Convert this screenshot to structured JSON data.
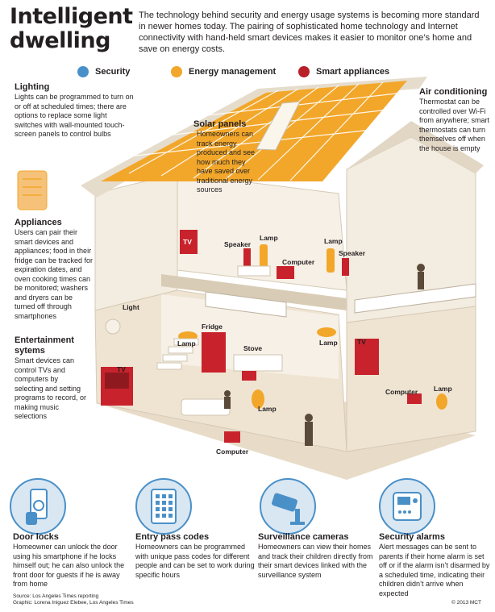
{
  "header": {
    "title_line1": "Intelligent",
    "title_line2": "dwelling",
    "intro": "The technology behind security and energy usage systems is becoming more standard in newer homes today. The pairing of sophisticated home technology and Internet connectivity with hand-held smart devices makes it easier to monitor one’s home and save on energy costs."
  },
  "legend": [
    {
      "label": "Security",
      "color": "#4a90c8"
    },
    {
      "label": "Energy management",
      "color": "#f2a72a"
    },
    {
      "label": "Smart appliances",
      "color": "#b8212a"
    }
  ],
  "callouts": {
    "lighting": {
      "title": "Lighting",
      "text": "Lights can be programmed to turn on or off at scheduled times; there are options to replace some light switches with wall-mounted touch-screen panels to control bulbs"
    },
    "solar": {
      "title": "Solar panels",
      "text": "Homeowners can track energy produced and see how much they have saved over traditional energy sources"
    },
    "air": {
      "title": "Air conditioning",
      "text": "Thermostat can be controlled over Wi-Fi from anywhere; smart thermostats can turn themselves off when the house is empty"
    },
    "appliances": {
      "title": "Appliances",
      "text": "Users can pair their smart devices and appliances; food in their fridge can be tracked for expiration dates, and oven cooking times can be monitored; washers and dryers can be turned off through smartphones"
    },
    "entertainment": {
      "title": "Entertainment sytems",
      "text": "Smart devices can control TVs and computers by selecting and setting programs to record, or making music selections"
    }
  },
  "house_labels": {
    "tv_upper": "TV",
    "speaker_left": "Speaker",
    "lamp_upper_left": "Lamp",
    "lamp_upper_right": "Lamp",
    "computer_upper": "Computer",
    "speaker_right": "Speaker",
    "light": "Light",
    "fridge": "Fridge",
    "lamp_kitchen": "Lamp",
    "stove": "Stove",
    "lamp_hall": "Lamp",
    "tv_right": "TV",
    "tv_left": "TV",
    "computer_right": "Computer",
    "lamp_right": "Lamp",
    "lamp_living": "Lamp",
    "computer_lower": "Computer"
  },
  "bottom": [
    {
      "title": "Door locks",
      "text": "Homeowner can unlock the door using his smartphone if he locks himself out; he can also unlock the front door for guests if he is away from home",
      "icon": "smartphone-unlock-icon"
    },
    {
      "title": "Entry pass codes",
      "text": "Homeowners can be programmed with unique pass codes for different people and can be set to work during specific hours",
      "icon": "keypad-icon"
    },
    {
      "title": "Surveillance cameras",
      "text": "Homeowners can view their homes and track their children directly from their smart devices linked with the surveillance system",
      "icon": "camera-icon"
    },
    {
      "title": "Security alarms",
      "text": "Alert messages can be sent to parents if their home alarm is set off or if the alarm isn’t disarmed by a scheduled time, indicating their children didn’t arrive when expected",
      "icon": "alarm-panel-icon"
    }
  ],
  "footer": {
    "source": "Source: Los Angeles Times reporting",
    "graphic": "Graphic: Lorena Iniguez Elebee, Los Angeles Times",
    "copyright": "© 2013 MCT"
  }
}
